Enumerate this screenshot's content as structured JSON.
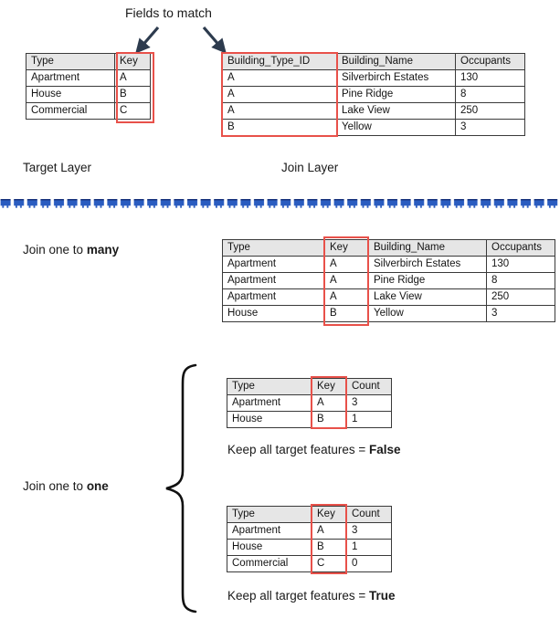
{
  "annotations": {
    "fields_to_match": "Fields to match",
    "target_layer": "Target Layer",
    "join_layer": "Join Layer",
    "join_one_to_many_prefix": "Join one to ",
    "join_one_to_many_emphasis": "many",
    "join_one_to_one_prefix": "Join one to ",
    "join_one_to_one_emphasis": "one",
    "keep_all_prefix": "Keep all target features = ",
    "keep_all_false": "False",
    "keep_all_true": "True"
  },
  "colors": {
    "highlight": "#e8514a",
    "header_fill": "#e6e6e6",
    "border": "#3a3a3a",
    "arrow": "#2d3b4e",
    "divider": "#2a5cc0",
    "text": "#141414"
  },
  "target_table": {
    "headers": [
      "Type",
      "Key"
    ],
    "rows": [
      [
        "Apartment",
        "A"
      ],
      [
        "House",
        "B"
      ],
      [
        "Commercial",
        "C"
      ]
    ]
  },
  "join_table": {
    "headers": [
      "Building_Type_ID",
      "Building_Name",
      "Occupants"
    ],
    "rows": [
      [
        "A",
        "Silverbirch Estates",
        "130"
      ],
      [
        "A",
        "Pine Ridge",
        "8"
      ],
      [
        "A",
        "Lake View",
        "250"
      ],
      [
        "B",
        "Yellow",
        "3"
      ]
    ]
  },
  "one_to_many_table": {
    "headers": [
      "Type",
      "Key",
      "Building_Name",
      "Occupants"
    ],
    "rows": [
      [
        "Apartment",
        "A",
        "Silverbirch Estates",
        "130"
      ],
      [
        "Apartment",
        "A",
        "Pine Ridge",
        "8"
      ],
      [
        "Apartment",
        "A",
        "Lake View",
        "250"
      ],
      [
        "House",
        "B",
        "Yellow",
        "3"
      ]
    ]
  },
  "one_to_one_false_table": {
    "headers": [
      "Type",
      "Key",
      "Count"
    ],
    "rows": [
      [
        "Apartment",
        "A",
        "3"
      ],
      [
        "House",
        "B",
        "1"
      ]
    ]
  },
  "one_to_one_true_table": {
    "headers": [
      "Type",
      "Key",
      "Count"
    ],
    "rows": [
      [
        "Apartment",
        "A",
        "3"
      ],
      [
        "House",
        "B",
        "1"
      ],
      [
        "Commercial",
        "C",
        "0"
      ]
    ]
  }
}
